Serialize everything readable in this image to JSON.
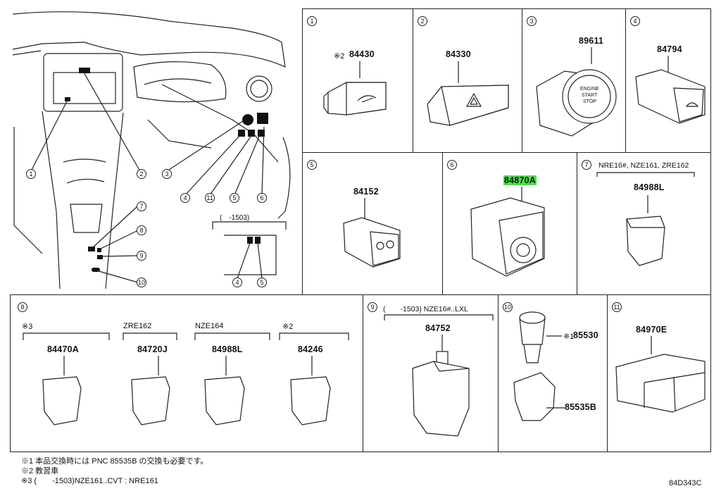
{
  "overview": {
    "callouts": [
      "1",
      "2",
      "3",
      "4",
      "11",
      "5",
      "6",
      "7",
      "8",
      "9",
      "10"
    ],
    "inset_label": "(　-1503)",
    "inset_callouts": [
      "4",
      "5"
    ]
  },
  "cells": {
    "c1": {
      "num": "1",
      "note": "※2",
      "part": "84430"
    },
    "c2": {
      "num": "2",
      "part": "84330"
    },
    "c3": {
      "num": "3",
      "part": "89611",
      "button_text": [
        "ENGINE",
        "START",
        "STOP"
      ]
    },
    "c4": {
      "num": "4",
      "part": "84794"
    },
    "c5": {
      "num": "5",
      "part": "84152"
    },
    "c6": {
      "num": "6",
      "part": "84870A"
    },
    "c7": {
      "num": "7",
      "cond": "NRE16#, NZE161, ZRE162",
      "part": "84988L"
    },
    "c8": {
      "num": "8",
      "items": [
        {
          "cond": "※3",
          "part": "84470A"
        },
        {
          "cond": "ZRE162",
          "part": "84720J"
        },
        {
          "cond": "NZE164",
          "part": "84988L"
        },
        {
          "cond": "※2",
          "part": "84246"
        }
      ]
    },
    "c9": {
      "num": "9",
      "cond": "(　　-1503) NZE16#..LXL",
      "part": "84752"
    },
    "c10": {
      "num": "10",
      "note": "※1",
      "part_a": "85530",
      "part_b": "85535B"
    },
    "c11": {
      "num": "11",
      "part": "84970E"
    }
  },
  "footnotes": [
    "※1 本品交換時には PNC 85535B の交換も必要です。",
    "※2 教習車",
    "※3 (　　-1503)NZE161..CVT : NRE161"
  ],
  "diagram_code": "84D343C",
  "colors": {
    "highlight": "#4ee04e",
    "line": "#222222"
  }
}
